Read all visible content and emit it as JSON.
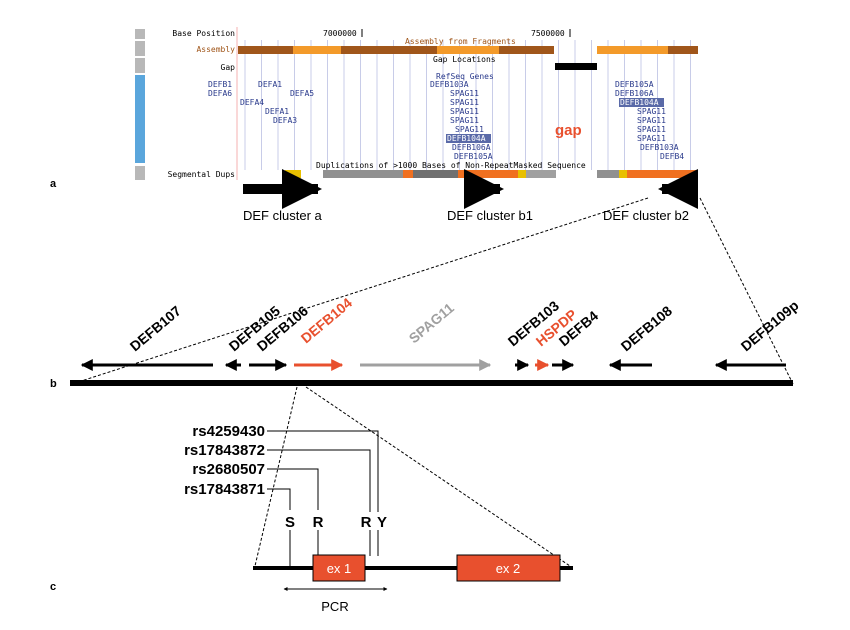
{
  "panels": {
    "a": "a",
    "b": "b",
    "c": "c"
  },
  "browser": {
    "track_labels": {
      "base_position": "Base Position",
      "assembly": "Assembly",
      "gap": "Gap",
      "segmental_dups": "Segmental Dups"
    },
    "ticks": [
      "7000000",
      "7500000"
    ],
    "assembly_caption": "Assembly from Fragments",
    "gap_caption": "Gap Locations",
    "refseq_caption": "RefSeq Genes",
    "dups_caption": "Duplications of >1000 Bases of Non-RepeatMasked Sequence",
    "gap_label": "gap",
    "genes_left": [
      "DEFB1",
      "DEFA1",
      "DEFA6",
      "DEFA5",
      "DEFA4",
      "DEFA1",
      "DEFA3"
    ],
    "genes_mid": [
      "DEFB103A",
      "SPAG11",
      "SPAG11",
      "SPAG11",
      "SPAG11",
      "SPAG11",
      "DEFB104A",
      "DEFB106A",
      "DEFB105A"
    ],
    "genes_right": [
      "DEFB105A",
      "DEFB106A",
      "DEFB104A",
      "SPAG11",
      "SPAG11",
      "SPAG11",
      "SPAG11",
      "DEFB103A",
      "DEFB4"
    ],
    "colors": {
      "assembly_dark": "#a0561a",
      "assembly_light": "#f39a2a",
      "gene": "#2a3a8c",
      "gap": "#e8502e",
      "selector": "#5aa6dc"
    }
  },
  "clusters": [
    "DEF cluster a",
    "DEF cluster b1",
    "DEF cluster b2"
  ],
  "genes_b": [
    {
      "name": "DEFB107",
      "color": "#000000"
    },
    {
      "name": "DEFB105",
      "color": "#000000"
    },
    {
      "name": "DEFB106",
      "color": "#000000"
    },
    {
      "name": "DEFB104",
      "color": "#e8502e"
    },
    {
      "name": "SPAG11",
      "color": "#a0a0a0"
    },
    {
      "name": "DEFB103",
      "color": "#000000"
    },
    {
      "name": "HSPDP",
      "color": "#e8502e"
    },
    {
      "name": "DEFB4",
      "color": "#000000"
    },
    {
      "name": "DEFB108",
      "color": "#000000"
    },
    {
      "name": "DEFB109p",
      "color": "#000000"
    }
  ],
  "snps": [
    "rs4259430",
    "rs17843872",
    "rs2680507",
    "rs17843871"
  ],
  "snp_letters": [
    "S",
    "R",
    "R",
    "Y"
  ],
  "exons": [
    "ex 1",
    "ex 2"
  ],
  "pcr_label": "PCR"
}
